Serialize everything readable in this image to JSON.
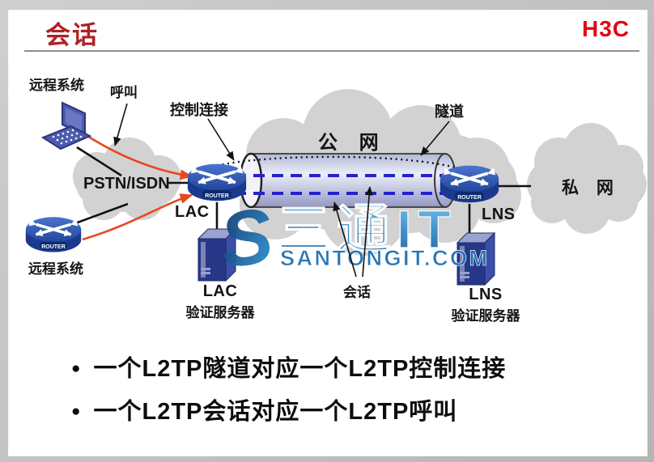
{
  "header": {
    "title": "会话",
    "logo": "H3C"
  },
  "colors": {
    "title_red": "#b02024",
    "logo_red": "#e60012",
    "call_line_red": "#e8481e",
    "session_dash_blue": "#2323cc",
    "cloud_gray": "#d2d2d2",
    "router_blue": "#2a4fa8",
    "server_navy": "#273787",
    "watermark_blue": "#1a6fb5"
  },
  "diagram": {
    "labels": {
      "remote_system_top": "远程系统",
      "remote_system_bottom": "远程系统",
      "call": "呼叫",
      "control_connection": "控制连接",
      "tunnel": "隧道",
      "session": "会话",
      "pstn": "PSTN/ISDN",
      "public_network": "公 网",
      "private_network": "私 网",
      "lac": "LAC",
      "lns": "LNS",
      "lac_server_line1": "LAC",
      "lac_server_line2": "验证服务器",
      "lns_server_line1": "LNS",
      "lns_server_line2": "验证服务器",
      "router_badge": "ROUTER"
    },
    "watermark": {
      "logo_letter": "S",
      "brand": "三通IT",
      "site": "SANTONGIT.COM"
    }
  },
  "bullets": [
    "一个L2TP隧道对应一个L2TP控制连接",
    "一个L2TP会话对应一个L2TP呼叫"
  ]
}
